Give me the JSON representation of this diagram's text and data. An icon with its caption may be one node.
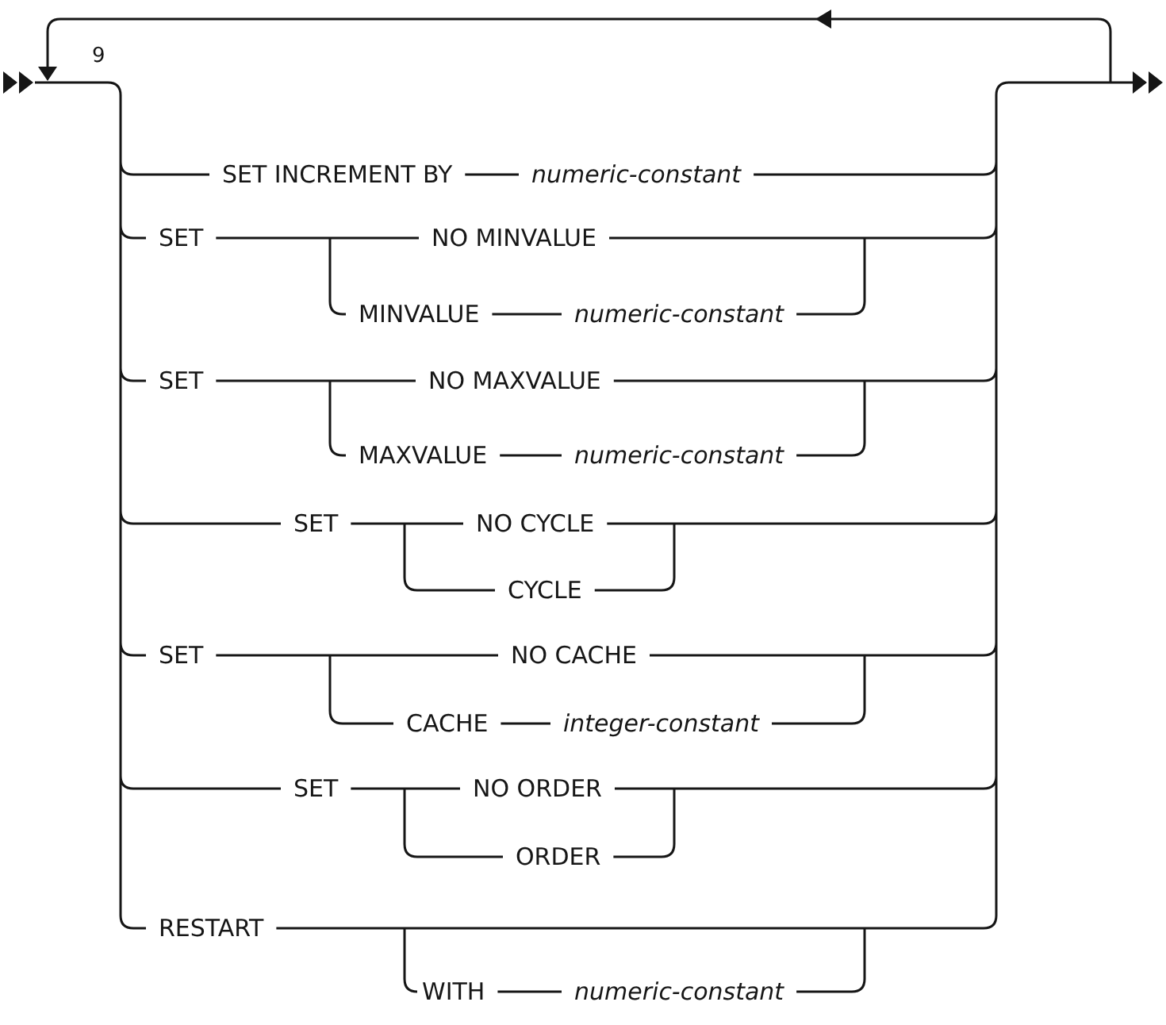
{
  "diagram": {
    "labels": [
      "9",
      "SET INCREMENT BY",
      "numeric-constant",
      "SET",
      "NO MINVALUE",
      "MINVALUE",
      "numeric-constant",
      "SET",
      "NO MAXVALUE",
      "MAXVALUE",
      "numeric-constant",
      "SET",
      "NO CYCLE",
      "CYCLE",
      "SET",
      "NO CACHE",
      "CACHE",
      "integer-constant",
      "SET",
      "NO ORDER",
      "ORDER",
      "RESTART",
      "WITH",
      "numeric-constant"
    ]
  }
}
